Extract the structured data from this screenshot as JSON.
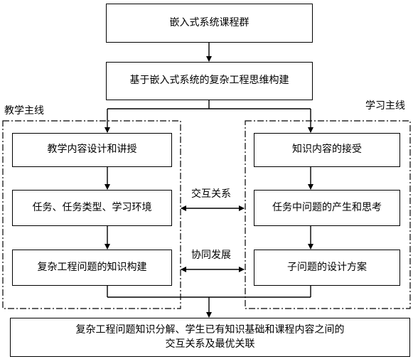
{
  "title_box": "嵌入式系统课程群",
  "thinking_box": "基于嵌入式系统的复杂工程思维构建",
  "teaching": {
    "label": "教学主线",
    "steps": [
      "教学内容设计和讲授",
      "任务、任务类型、学习环境",
      "复杂工程问题的知识构建"
    ]
  },
  "learning": {
    "label": "学习主线",
    "steps": [
      "知识内容的接受",
      "任务中问题的产生和思考",
      "子问题的设计方案"
    ]
  },
  "links": {
    "interaction": "交互关系",
    "collaboration": "协同发展"
  },
  "bottom": {
    "line1": "复杂工程问题知识分解、学生已有知识基础和课程内容之间的",
    "line2": "交互关系及最优关联"
  }
}
